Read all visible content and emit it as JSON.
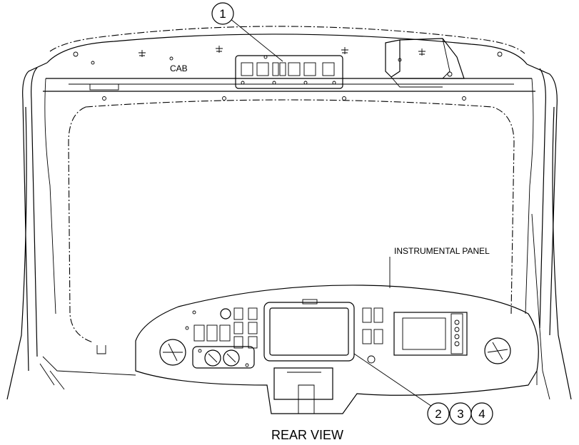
{
  "labels": {
    "cab": "CAB",
    "instrument_panel": "INSTRUMENTAL PANEL",
    "view_title": "REAR VIEW"
  },
  "callouts": [
    {
      "id": "callout-1",
      "text": "1"
    },
    {
      "id": "callout-2",
      "text": "2"
    },
    {
      "id": "callout-3",
      "text": "3"
    },
    {
      "id": "callout-4",
      "text": "4"
    }
  ]
}
